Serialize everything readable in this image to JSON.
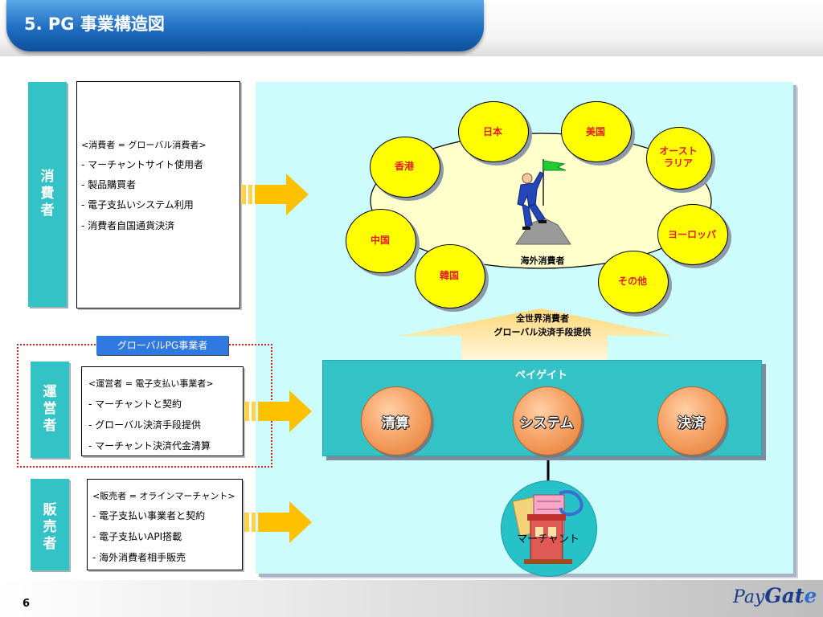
{
  "header": {
    "title": "5. PG 事業構造図"
  },
  "footer": {
    "page_number": "6",
    "logo_pay": "Pay",
    "logo_gat": "Gat",
    "logo_e": "e"
  },
  "consumer": {
    "role_label": "消\n費\n者",
    "title": "<消費者 = グローバル消費者>",
    "lines": [
      "- マーチャントサイト使用者",
      "- 製品購買者",
      "- 電子支払いシステム利用",
      "- 消費者自国通貨決済"
    ]
  },
  "operator": {
    "tag": "グローバルPG事業者",
    "role_label": "運\n営\n者",
    "title": "<運営者 = 電子支払い事業者>",
    "lines": [
      "- マーチャントと契約",
      "- グローバル決済手段提供",
      "- マーチャント決済代金清算"
    ]
  },
  "seller": {
    "role_label": "販\n売\n者",
    "title": "<販売者 = オラインマーチャント>",
    "lines": [
      "- 電子支払い事業者と契約",
      "- 電子支払いAPI搭載",
      "- 海外消費者相手販売"
    ]
  },
  "countries": {
    "japan": "日本",
    "usa": "美国",
    "australia": "オースト\nラリア",
    "hongkong": "香港",
    "europe": "ヨーロッパ",
    "china": "中国",
    "korea": "韓国",
    "other": "その他"
  },
  "overseas_label": "海外消費者",
  "upper_arrow": {
    "line1": "全世界消費者",
    "line2": "グローバル決済手段提供"
  },
  "gateway": {
    "label": "ペイゲイト",
    "clearing": "清算",
    "system": "システム",
    "settlement": "決済"
  },
  "merchant_label": "マーチャント",
  "colors": {
    "teal": "#33c3c6",
    "panel": "#ccfcfc",
    "yellow": "#ffff00",
    "arrow": "#ffc000",
    "title_blue": "#1f6ec2"
  }
}
